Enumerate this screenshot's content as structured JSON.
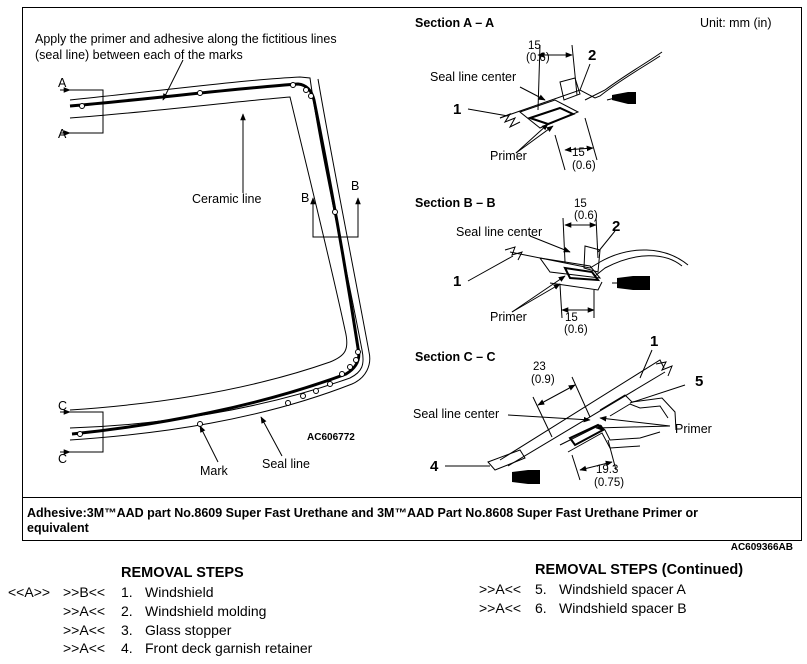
{
  "figure": {
    "unit_label": "Unit: mm (in)",
    "instruction": "Apply the primer and adhesive along the fictitious lines (seal line) between each of the marks",
    "instruction_line1": "Apply the primer and adhesive along the fictitious lines",
    "instruction_line2": "(seal line) between each of the marks",
    "labels": {
      "ceramic_line": "Ceramic line",
      "mark": "Mark",
      "seal_line": "Seal line",
      "drawing_code_left": "AC606772",
      "cut_a": "A",
      "cut_b": "B",
      "cut_c": "C"
    },
    "section_a": {
      "title": "Section A – A",
      "seal_line_center": "Seal line center",
      "primer": "Primer",
      "dim_top": "15",
      "dim_top_in": "(0.6)",
      "dim_bottom": "15",
      "dim_bottom_in": "(0.6)",
      "callout_1": "1",
      "callout_2": "2"
    },
    "section_b": {
      "title": "Section B – B",
      "seal_line_center": "Seal line center",
      "primer": "Primer",
      "dim_top": "15",
      "dim_top_in": "(0.6)",
      "dim_bottom": "15",
      "dim_bottom_in": "(0.6)",
      "callout_1": "1",
      "callout_2": "2"
    },
    "section_c": {
      "title": "Section C – C",
      "seal_line_center": "Seal line center",
      "primer": "Primer",
      "dim_top": "23",
      "dim_top_in": "(0.9)",
      "dim_bottom": "19.3",
      "dim_bottom_in": "(0.75)",
      "callout_1": "1",
      "callout_4": "4",
      "callout_5": "5"
    },
    "adhesive_line1": "Adhesive:3M™AAD part No.8609 Super Fast Urethane and 3M™AAD Part No.8608 Super Fast Urethane Primer or",
    "adhesive_line2": "equivalent",
    "figure_code": "AC609366AB"
  },
  "removal_steps": {
    "title": "REMOVAL STEPS",
    "steps": [
      {
        "pre": "<<A>>",
        "mark": ">>B<<",
        "num": "1.",
        "label": "Windshield"
      },
      {
        "pre": "",
        "mark": ">>A<<",
        "num": "2.",
        "label": "Windshield molding"
      },
      {
        "pre": "",
        "mark": ">>A<<",
        "num": "3.",
        "label": "Glass stopper"
      },
      {
        "pre": "",
        "mark": ">>A<<",
        "num": "4.",
        "label": "Front deck garnish retainer"
      }
    ]
  },
  "removal_steps_continued": {
    "title": "REMOVAL STEPS (Continued)",
    "steps": [
      {
        "mark": ">>A<<",
        "num": "5.",
        "label": "Windshield spacer A"
      },
      {
        "mark": ">>A<<",
        "num": "6.",
        "label": "Windshield spacer B"
      }
    ]
  }
}
